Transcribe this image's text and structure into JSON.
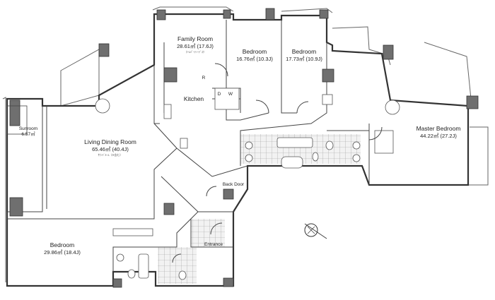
{
  "rooms": {
    "family_room": {
      "name": "Family Room",
      "area": "28.61㎡ (17.6J)",
      "note": "ﾎｰﾑﾊﾟｰﾃｨｰﾃﾞｽｸ"
    },
    "bedroom_1": {
      "name": "Bedroom",
      "area": "16.76㎡ (10.3J)"
    },
    "bedroom_2": {
      "name": "Bedroom",
      "area": "17.73㎡ (10.9J)"
    },
    "master_bedroom": {
      "name": "Master Bedroom",
      "area": "44.22㎡ (27.2J)"
    },
    "sunroom": {
      "name": "Sunroom",
      "area": "6.57㎡"
    },
    "living_dining": {
      "name": "Living Dining Room",
      "area": "65.46㎡ (40.4J)",
      "note": "ｻｳﾝﾄﾞﾙｰﾑ（R含む）"
    },
    "kitchen": {
      "name": "Kitchen",
      "fridge_mark": "R"
    },
    "washer": {
      "dryer_mark": "D",
      "washer_mark": "W"
    },
    "back_door": {
      "name": "Back Door"
    },
    "entrance": {
      "name": "Entrance"
    },
    "bedroom_3": {
      "name": "Bedroom",
      "area": "29.86㎡ (18.4J)"
    }
  },
  "compass": {
    "icon": "compass-icon"
  },
  "colors": {
    "wall": "#333333",
    "column": "#6f6f6f",
    "tile": "#d9d9d9"
  }
}
